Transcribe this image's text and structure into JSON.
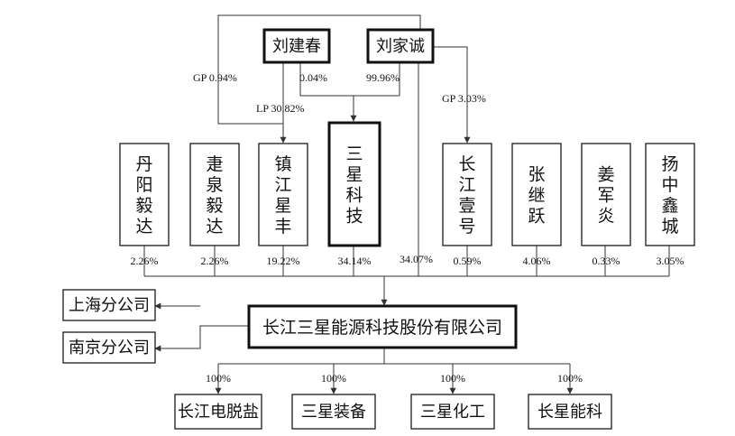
{
  "persons": {
    "liu_jianchun": "刘建春",
    "liu_jiacheng": "刘家诚"
  },
  "edges": {
    "gp_top": "GP 0.94%",
    "lp": "LP 30.82%",
    "liu_jianchun_to_sanxing": "0.04%",
    "liu_jiacheng_to_sanxing": "99.96%",
    "gp_changjiang": "GP 3.03%",
    "liu_jiacheng_to_company": "34.07%"
  },
  "shareholders": [
    {
      "name": "丹阳毅达",
      "pct": "2.26%"
    },
    {
      "name": "疌泉毅达",
      "pct": "2.26%"
    },
    {
      "name": "镇江星丰",
      "pct": "19.22%"
    },
    {
      "name": "三星科技",
      "pct": "34.14%"
    },
    {
      "name": "长江壹号",
      "pct": "0.59%"
    },
    {
      "name": "张继跃",
      "pct": "4.06%"
    },
    {
      "name": "姜军炎",
      "pct": "0.33%"
    },
    {
      "name": "扬中鑫城",
      "pct": "3.05%"
    }
  ],
  "company": "长江三星能源科技股份有限公司",
  "branches": [
    "上海分公司",
    "南京分公司"
  ],
  "subsidiaries": [
    {
      "name": "长江电脱盐",
      "pct": "100%"
    },
    {
      "name": "三星装备",
      "pct": "100%"
    },
    {
      "name": "三星化工",
      "pct": "100%"
    },
    {
      "name": "长星能科",
      "pct": "100%"
    }
  ]
}
